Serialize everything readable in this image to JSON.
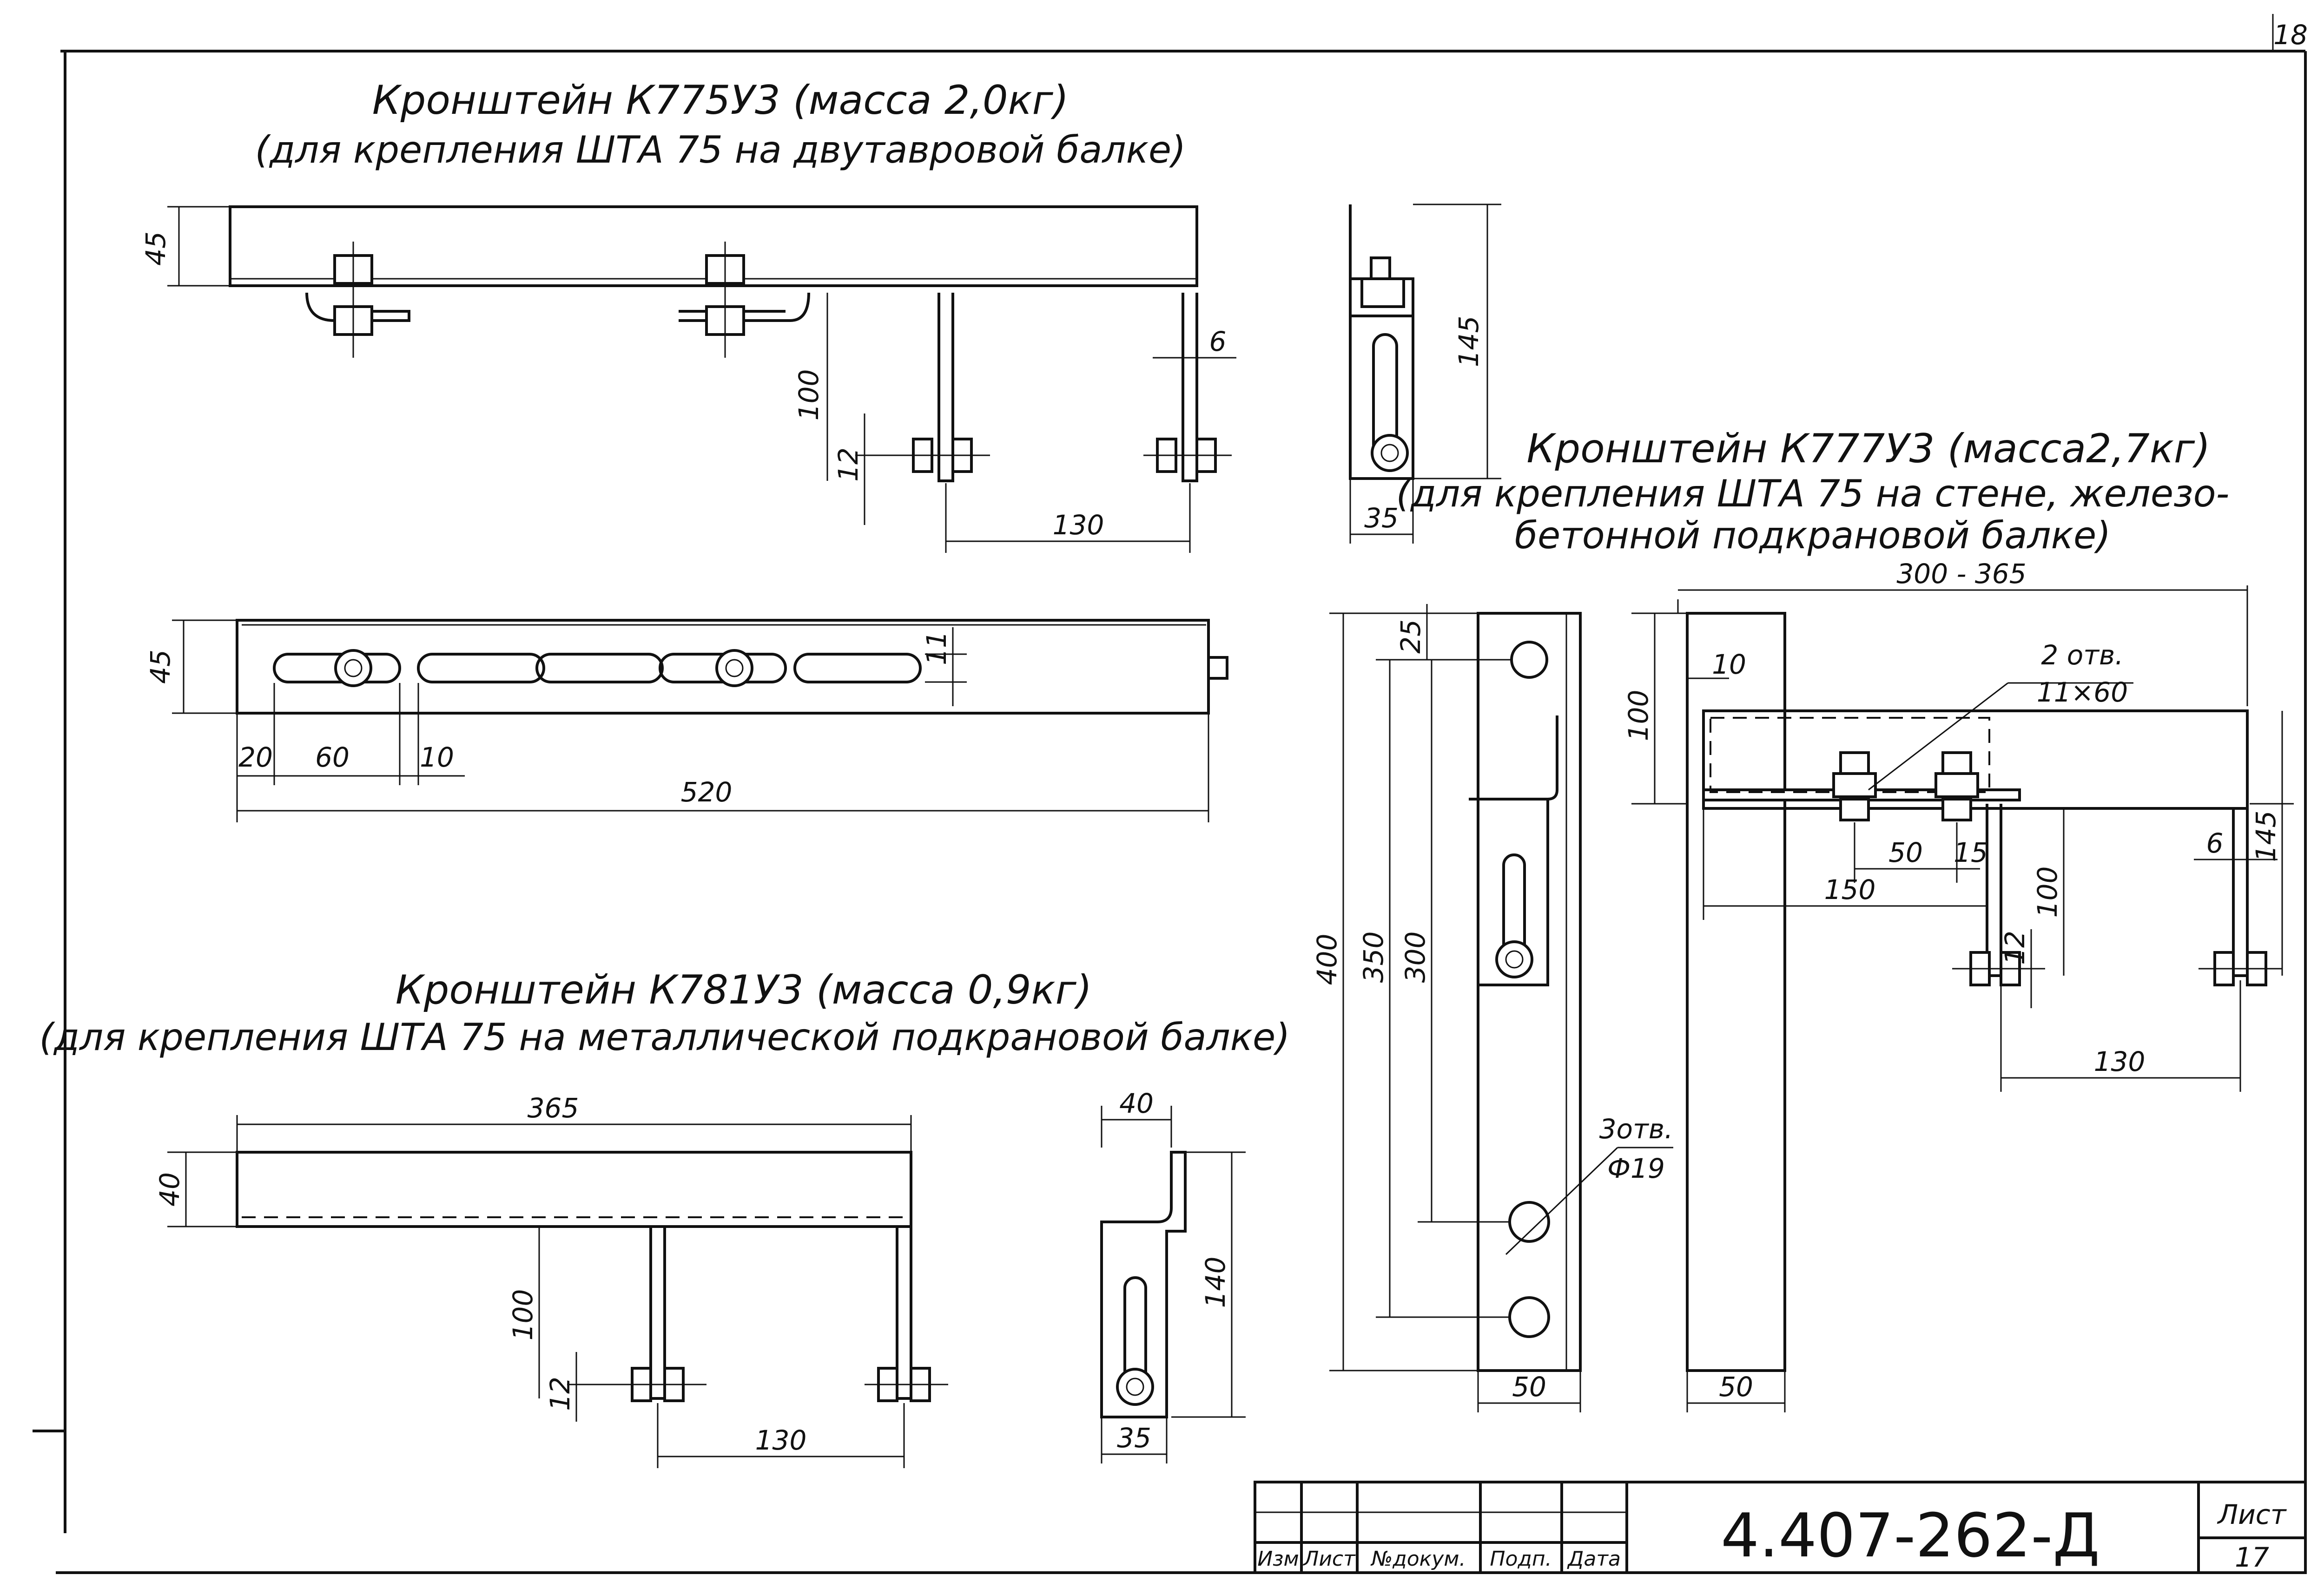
{
  "sheet_number_top": "18",
  "bracket_k775": {
    "title": "Кронштейн К775У3 (масса 2,0кг)",
    "subtitle": "(для крепления ШТА 75 на двутавровой балке)",
    "dims": {
      "d45a": "45",
      "d100": "100",
      "d12": "12",
      "d6": "6",
      "d130": "130",
      "d145": "145",
      "d35": "35",
      "d45b": "45",
      "d11": "11",
      "d20": "20",
      "d60": "60",
      "d10": "10",
      "d520": "520"
    }
  },
  "bracket_k777": {
    "title": "Кронштейн К777У3 (масса2,7кг)",
    "subtitle_1": "(для крепления ШТА 75 на стене, железо-",
    "subtitle_2": "бетонной подкрановой балке)",
    "dims": {
      "d300_365": "300 - 365",
      "d25": "25",
      "d400": "400",
      "d350": "350",
      "d300": "300",
      "d50a": "50",
      "d50b": "50",
      "d100": "100",
      "d10": "10",
      "holes_2": "2 отв.",
      "holes_2_size": "11×60",
      "d50c": "50",
      "d15": "15",
      "d150": "150",
      "d6": "6",
      "d145": "145",
      "d100b": "100",
      "d12": "12",
      "d130": "130",
      "holes_3": "3отв.",
      "holes_3_size": "Ф19"
    }
  },
  "bracket_k781": {
    "title": "Кронштейн К781У3 (масса 0,9кг)",
    "subtitle": "(для крепления ШТА 75 на металлической подкрановой балке)",
    "dims": {
      "d365": "365",
      "d40a": "40",
      "d100": "100",
      "d12": "12",
      "d130": "130",
      "d40b": "40",
      "d140": "140",
      "d35": "35"
    }
  },
  "title_block": {
    "cols": [
      "Изм",
      "Лист",
      "№докум.",
      "Подп.",
      "Дата"
    ],
    "doc_code": "4.407-262-Д",
    "sheet_label": "Лист",
    "sheet_number": "17"
  }
}
